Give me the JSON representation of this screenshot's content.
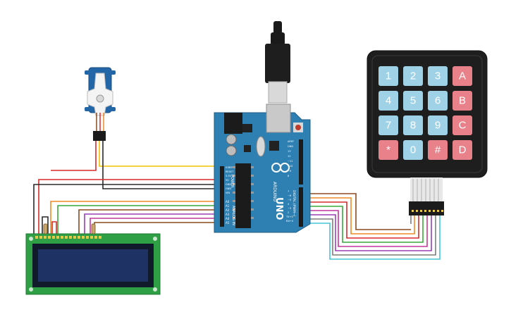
{
  "arduino": {
    "model": "UNO",
    "brand": "ARDUINO",
    "analog_in_label": "ANALOG IN",
    "digital_label": "DIGITAL (PWM~)",
    "power_label": "POWER",
    "power_pins": [
      "IOREF",
      "RESET",
      "3.3V",
      "5V",
      "GND",
      "GND",
      "VIN"
    ],
    "analog_pins": [
      "A0",
      "A1",
      "A2",
      "A3",
      "A4",
      "A5"
    ],
    "digital_pins_top": [
      "AREF",
      "GND",
      "13",
      "12",
      "~11",
      "~10",
      "~9",
      "8"
    ],
    "digital_pins_bottom": [
      "7",
      "~6",
      "~5",
      "4",
      "~3",
      "2",
      "TX→1",
      "RX←0"
    ]
  },
  "keypad": {
    "keys": [
      "1",
      "2",
      "3",
      "A",
      "4",
      "5",
      "6",
      "B",
      "7",
      "8",
      "9",
      "C",
      "*",
      "0",
      "#",
      "D"
    ],
    "colors": {
      "number": "#9fd2e7",
      "letter": "#e8818a"
    }
  },
  "wire_colors": {
    "red": "#d62b2b",
    "black": "#2a2a2a",
    "yellow": "#f2c200",
    "orange": "#f08a24",
    "green": "#3aa83a",
    "brown": "#8b4a1f",
    "purple": "#9b3fb5",
    "magenta": "#c2379e",
    "gray": "#7d7d7d",
    "cyan": "#46c6d9"
  }
}
